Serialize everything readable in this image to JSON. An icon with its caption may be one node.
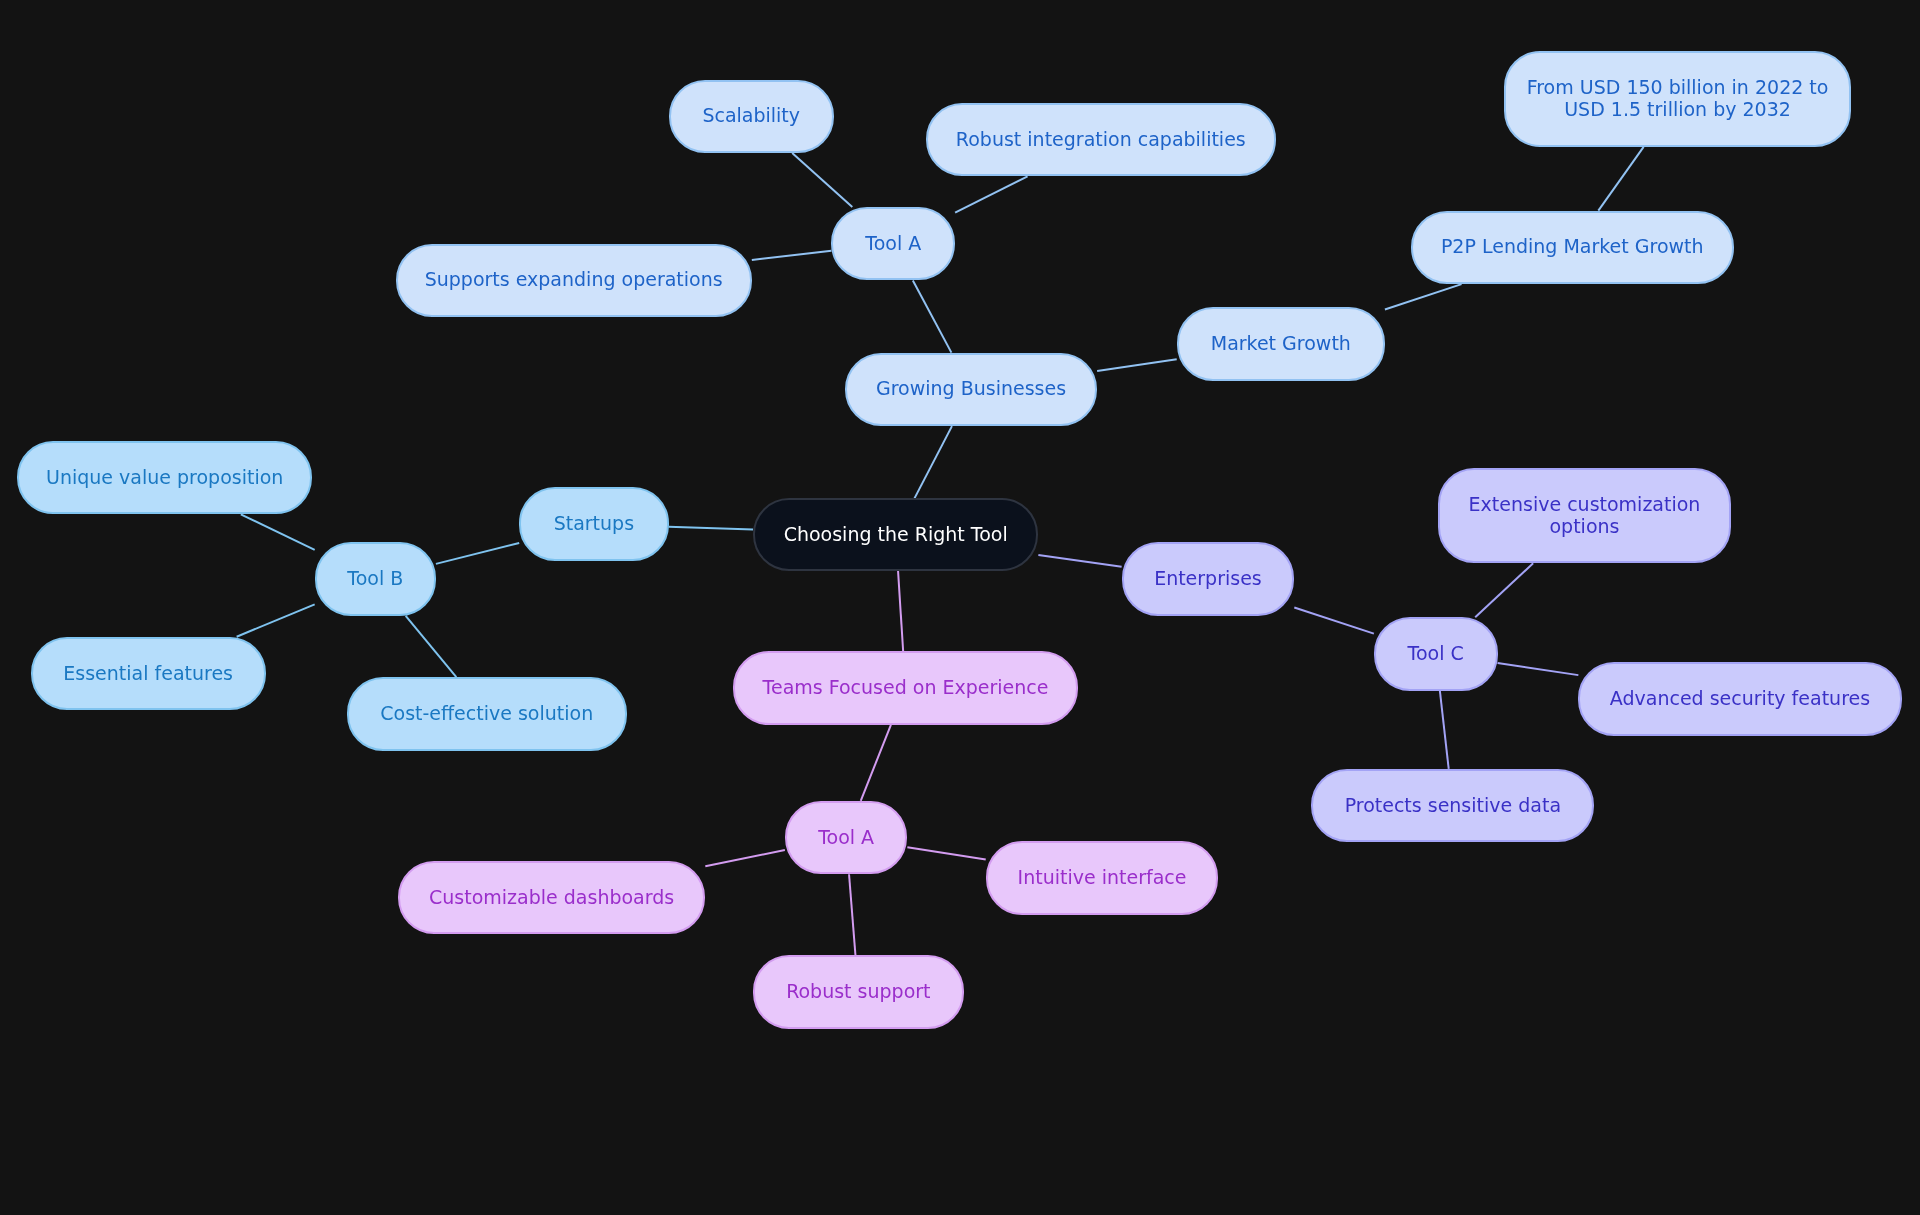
{
  "diagram": {
    "nodes": [
      {
        "text": [
          "Choosing the Right Tool"
        ]
      },
      {
        "text": [
          "Growing Businesses"
        ]
      },
      {
        "text": [
          "Tool A"
        ]
      },
      {
        "text": [
          "Scalability"
        ]
      },
      {
        "text": [
          "Robust integration capabilities"
        ]
      },
      {
        "text": [
          "Supports expanding operations"
        ]
      },
      {
        "text": [
          "Market Growth"
        ]
      },
      {
        "text": [
          "P2P Lending Market Growth"
        ]
      },
      {
        "text": [
          "From USD 150 billion in 2022 to USD 1.5 trillion by 2032"
        ]
      },
      {
        "text": [
          "Startups"
        ]
      },
      {
        "text": [
          "Tool B"
        ]
      },
      {
        "text": [
          "Unique value proposition"
        ]
      },
      {
        "text": [
          "Essential features"
        ]
      },
      {
        "text": [
          "Cost-effective solution"
        ]
      },
      {
        "text": [
          "Enterprises"
        ]
      },
      {
        "text": [
          "Tool C"
        ]
      },
      {
        "text": [
          "Extensive customization options"
        ]
      },
      {
        "text": [
          "Advanced security features"
        ]
      },
      {
        "text": [
          "Protects sensitive data"
        ]
      },
      {
        "text": [
          "Teams Focused on Experience"
        ]
      },
      {
        "text": [
          "Tool A"
        ]
      },
      {
        "text": [
          "Customizable dashboards"
        ]
      },
      {
        "text": [
          "Intuitive interface"
        ]
      },
      {
        "text": [
          "Robust support"
        ]
      }
    ],
    "edges": [
      {
        "from": 0,
        "to": 1,
        "arrow": "none"
      },
      {
        "from": 1,
        "to": 2,
        "arrow": "none"
      },
      {
        "from": 2,
        "to": 3,
        "arrow": "none"
      },
      {
        "from": 2,
        "to": 4,
        "arrow": "none"
      },
      {
        "from": 2,
        "to": 5,
        "arrow": "none"
      },
      {
        "from": 1,
        "to": 6,
        "arrow": "none"
      },
      {
        "from": 6,
        "to": 7,
        "arrow": "none"
      },
      {
        "from": 7,
        "to": 8,
        "arrow": "none"
      },
      {
        "from": 0,
        "to": 9,
        "arrow": "none",
        "color": "#7fc3ef"
      },
      {
        "from": 9,
        "to": 10,
        "arrow": "none",
        "color": "#7fc3ef"
      },
      {
        "from": 10,
        "to": 11,
        "arrow": "none",
        "color": "#7fc3ef"
      },
      {
        "from": 10,
        "to": 12,
        "arrow": "none",
        "color": "#7fc3ef"
      },
      {
        "from": 10,
        "to": 13,
        "arrow": "none",
        "color": "#7fc3ef"
      },
      {
        "from": 0,
        "to": 14,
        "arrow": "none",
        "color": "#a3a3f5"
      },
      {
        "from": 14,
        "to": 15,
        "arrow": "none",
        "color": "#a3a3f5"
      },
      {
        "from": 15,
        "to": 16,
        "arrow": "none",
        "color": "#a3a3f5"
      },
      {
        "from": 15,
        "to": 17,
        "arrow": "none",
        "color": "#a3a3f5"
      },
      {
        "from": 15,
        "to": 18,
        "arrow": "none",
        "color": "#a3a3f5"
      },
      {
        "from": 0,
        "to": 19,
        "arrow": "none",
        "color": "#d39cf0"
      },
      {
        "from": 19,
        "to": 20,
        "arrow": "none",
        "color": "#d39cf0"
      },
      {
        "from": 20,
        "to": 21,
        "arrow": "none",
        "color": "#d39cf0"
      },
      {
        "from": 20,
        "to": 22,
        "arrow": "none",
        "color": "#d39cf0"
      },
      {
        "from": 20,
        "to": 23,
        "arrow": "none",
        "color": "#d39cf0"
      }
    ]
  }
}
